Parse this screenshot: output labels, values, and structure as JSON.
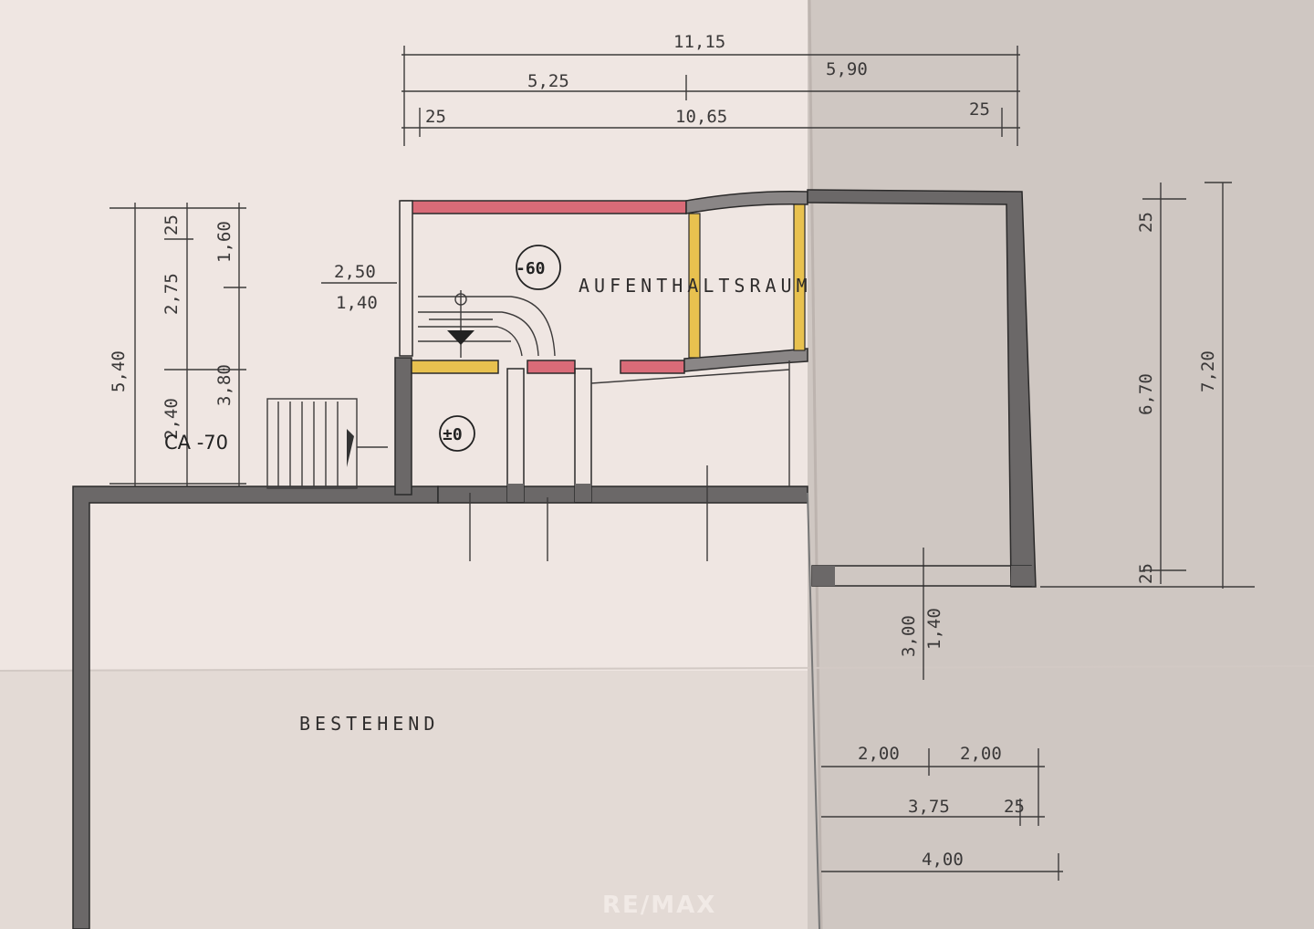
{
  "colors": {
    "paper": "#efe6e2",
    "paper_shade": "#cfc7c2",
    "wall": "#6b6868",
    "wall_red": "#d96b78",
    "wall_yellow": "#e8c14f"
  },
  "dimensions": {
    "top_total": "11,15",
    "top_left": "5,25",
    "top_right": "5,90",
    "top_edge_left": "25",
    "top_inner": "10,65",
    "top_edge_right": "25",
    "left_total": "5,40",
    "left_a": "25",
    "left_b": "2,75",
    "left_c": "2,40",
    "left_d": "1,60",
    "left_e": "3,80",
    "stair_top": "2,50",
    "stair_bottom": "1,40",
    "right_a": "25",
    "right_b": "6,70",
    "right_c": "7,20",
    "right_d": "25",
    "door_a": "3,00",
    "door_b": "1,40",
    "bottom_a": "2,00",
    "bottom_b": "2,00",
    "bottom_c": "3,75",
    "bottom_d": "25",
    "bottom_total": "4,00"
  },
  "labels": {
    "room_main": "AUFENTHALTSRAUM",
    "room_existing": "BESTEHEND",
    "level_upper": "-60",
    "level_lower": "±0",
    "ext_stair": "CA -70",
    "watermark": "RE/MAX"
  }
}
